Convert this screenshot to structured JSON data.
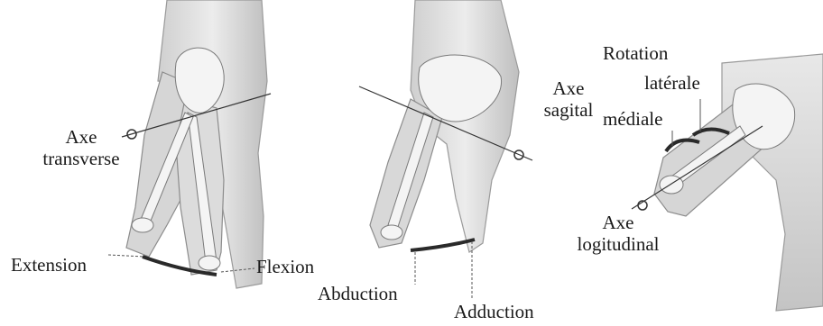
{
  "panels": [
    {
      "axis_label_1": "Axe",
      "axis_label_2": "transverse",
      "movement_left": "Extension",
      "movement_right": "Flexion"
    },
    {
      "axis_label_1": "Axe",
      "axis_label_2": "sagital",
      "movement_left": "Abduction",
      "movement_right": "Adduction"
    },
    {
      "title": "Rotation",
      "rotation_lateral": "latérale",
      "rotation_medial": "médiale",
      "axis_label_1": "Axe",
      "axis_label_2": "logitudinal"
    }
  ],
  "colors": {
    "ink": "#1a1a1a",
    "skin_fill": "#e4e4e4",
    "skin_shadow": "#bdbdbd",
    "bone_fill": "#f4f4f4",
    "bone_line": "#7a7a7a"
  }
}
